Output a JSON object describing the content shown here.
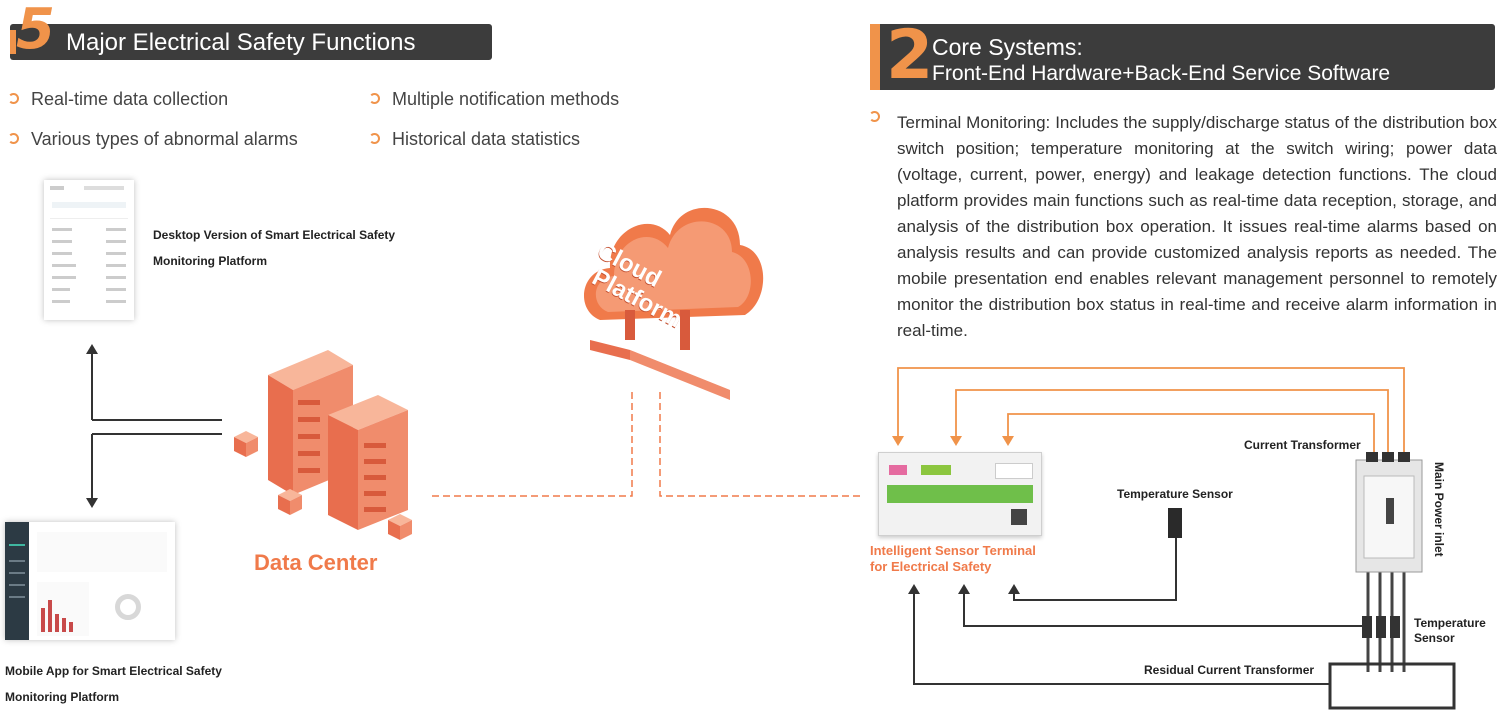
{
  "left_header": {
    "number": "5",
    "title": "Major Electrical Safety Functions"
  },
  "left_bullets": [
    "Real-time data collection",
    "Multiple notification methods",
    "Various types of abnormal alarms",
    "Historical data statistics"
  ],
  "right_header": {
    "number": "2",
    "line1": "Core Systems:",
    "line2": "Front-End Hardware+Back-End Service Software"
  },
  "description": "Terminal Monitoring: Includes the supply/discharge status of the distribution box switch position; temperature monitoring at the switch wiring; power data (voltage, current, power, energy) and leakage detection functions. The cloud platform provides main functions such as real-time data reception, storage, and analysis of the distribution box operation. It issues real-time alarms based on analysis results and can provide customized analysis reports as needed. The mobile presentation end enables relevant management personnel to remotely monitor the distribution box status in real-time and receive alarm information in real-time.",
  "labels": {
    "desktop": "Desktop Version of Smart Electrical Safety Monitoring Platform",
    "mobile": "Mobile App for Smart Electrical Safety Monitoring Platform",
    "data_center": "Data Center",
    "cloud_line1": "Cloud",
    "cloud_line2": "Platform",
    "terminal_line1": "Intelligent Sensor Terminal",
    "terminal_line2": "for Electrical Safety",
    "current_transformer": "Current Transformer",
    "temperature_sensor_top": "Temperature Sensor",
    "main_power_inlet": "Main Power inlet",
    "temperature_sensor_bottom_1": "Temperature",
    "temperature_sensor_bottom_2": "Sensor",
    "residual_current_transformer": "Residual Current Transformer"
  },
  "colors": {
    "accent": "#f0934a",
    "header_bg": "#3c3c3c",
    "data_center": "#f07a4a"
  }
}
